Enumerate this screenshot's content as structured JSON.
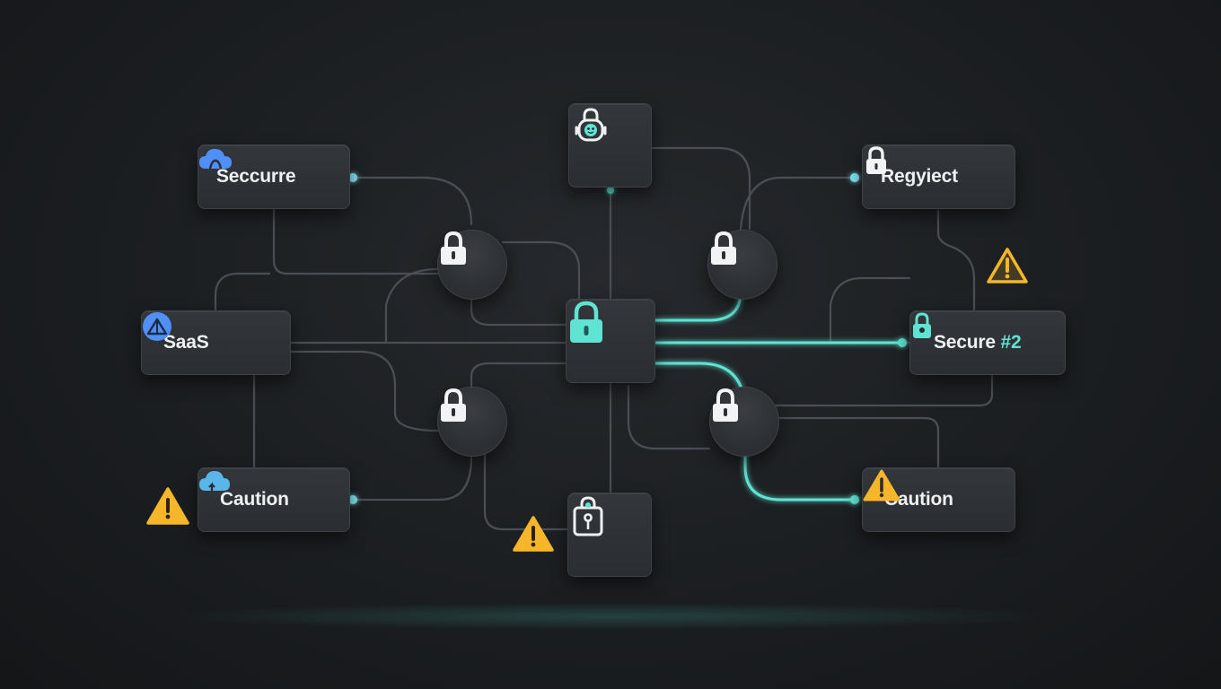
{
  "diagram": {
    "nodes": {
      "top_left": {
        "label": "Seccurre",
        "icon": "cloud-icon"
      },
      "top_right": {
        "label": "Regyiect",
        "icon": "lock-icon"
      },
      "mid_left": {
        "label": "SaaS",
        "icon": "tent-icon"
      },
      "mid_right": {
        "label_main": "Secure ",
        "label_accent": "#2",
        "icon": "lock-icon"
      },
      "bottom_left": {
        "label": "Caution",
        "icon": "cloud-icon"
      },
      "bottom_right": {
        "label": "Caution",
        "icon": "warning-icon"
      },
      "top_center": {
        "icon": "robot-lock-icon"
      },
      "bottom_center": {
        "icon": "padlock-keyhole-icon"
      },
      "center": {
        "icon": "lock-icon"
      }
    },
    "hubs": [
      "lock-icon",
      "lock-icon",
      "lock-icon",
      "lock-icon"
    ],
    "warnings": [
      "warning-icon",
      "warning-icon",
      "warning-icon"
    ]
  },
  "colors": {
    "accent": "#5fe3d3",
    "warning": "#f5b62a",
    "blue": "#4f8ff7",
    "line": "#4a4f55"
  }
}
